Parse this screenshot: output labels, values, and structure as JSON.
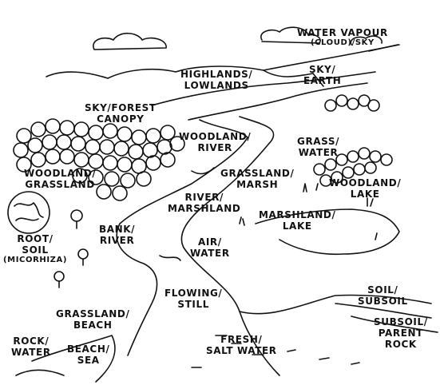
{
  "labels": {
    "water_vapour": [
      "WATER VAPOUR",
      "(CLOUD)/SKY"
    ],
    "highlands": [
      "HIGHLANDS/",
      "LOWLANDS"
    ],
    "sky_earth": [
      "SKY/",
      "EARTH"
    ],
    "sky_forest": [
      "SKY/FOREST",
      "CANOPY"
    ],
    "woodland_river": [
      "WOODLAND/",
      "RIVER"
    ],
    "grass_water": [
      "GRASS/",
      "WATER"
    ],
    "woodland_grassland": [
      "WOODLAND/",
      "GRASSLAND"
    ],
    "grassland_marsh": [
      "GRASSLAND/",
      "MARSH"
    ],
    "woodland_lake": [
      "WOODLAND/",
      "LAKE"
    ],
    "river_marshland": [
      "RIVER/",
      "MARSHLAND"
    ],
    "marshland_lake": [
      "MARSHLAND/",
      "LAKE"
    ],
    "root_soil": [
      "ROOT/",
      "SOIL",
      "(MICORHIZA)"
    ],
    "bank_river": [
      "BANK/",
      "RIVER"
    ],
    "air_water": [
      "AIR/",
      "WATER"
    ],
    "flowing_still": [
      "FLOWING/",
      "STILL"
    ],
    "soil_subsoil": [
      "SOIL/",
      "SUBSOIL"
    ],
    "grassland_beach": [
      "GRASSLAND/",
      "BEACH"
    ],
    "subsoil_parent": [
      "SUBSOIL/",
      "PARENT",
      "ROCK"
    ],
    "fresh_salt": [
      "FRESH/",
      "SALT WATER"
    ],
    "rock_water": [
      "ROCK/",
      "WATER"
    ],
    "beach_sea": [
      "BEACH/",
      "SEA"
    ]
  }
}
